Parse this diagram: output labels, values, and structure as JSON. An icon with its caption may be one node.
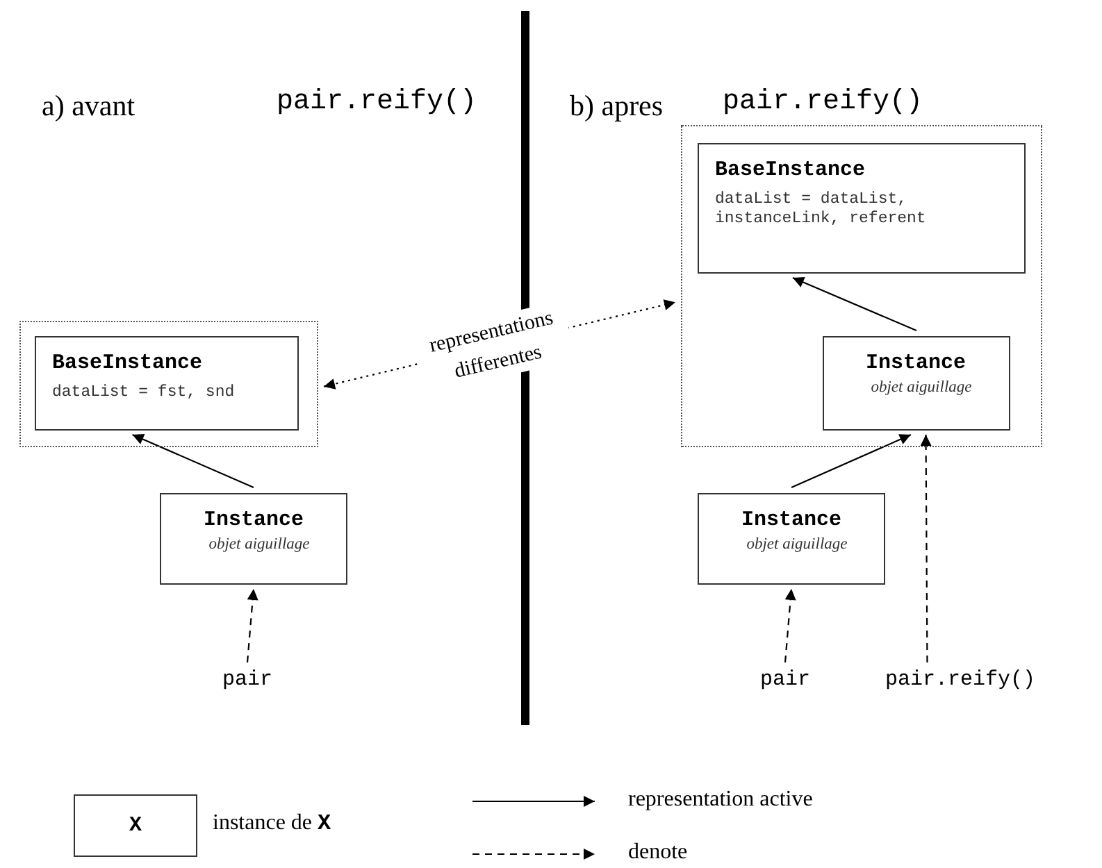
{
  "diagram": {
    "nodes": [
      {
        "text": [],
        "shape": "box"
      },
      {
        "text": [
          "BaseInstance",
          "dataList = fst, snd"
        ],
        "in": 0
      },
      {
        "text": [
          "Instance",
          "objet aiguillage"
        ]
      },
      {
        "text": [
          "pair"
        ]
      },
      {
        "text": [],
        "shape": "box"
      },
      {
        "text": [
          "BaseInstance",
          "dataList = dataList, instanceLink, referent"
        ],
        "in": 4
      },
      {
        "text": [
          "Instance",
          "objet aiguillage"
        ],
        "in": 4
      },
      {
        "text": [
          "Instance",
          "objet aiguillage"
        ]
      },
      {
        "text": [
          "pair"
        ]
      },
      {
        "text": [
          "pair.reify()"
        ]
      },
      {
        "text": [
          "X"
        ],
        "beside": [
          "instance de **X**"
        ]
      }
    ],
    "edges": [
      {
        "from": 2,
        "to": 1,
        "arrow": "to"
      },
      {
        "from": 3,
        "to": 2,
        "arrow": "to",
        "style": "dashed"
      },
      {
        "from": 6,
        "to": 5,
        "arrow": "to"
      },
      {
        "from": 7,
        "to": 6,
        "arrow": "to"
      },
      {
        "from": 9,
        "to": 6,
        "arrow": "to",
        "style": "dashed"
      },
      {
        "from": 8,
        "to": 7,
        "arrow": "to",
        "style": "dashed"
      },
      {
        "from": 0,
        "to": 4,
        "arrow": "both",
        "style": "dashed",
        "label": "representations differentes"
      }
    ],
    "labels": [
      "a) avant",
      "pair.reify()",
      "b) apres",
      "pair.reify()"
    ],
    "legend": [
      {
        "text": "representation active"
      },
      {
        "text": "denote"
      }
    ]
  }
}
